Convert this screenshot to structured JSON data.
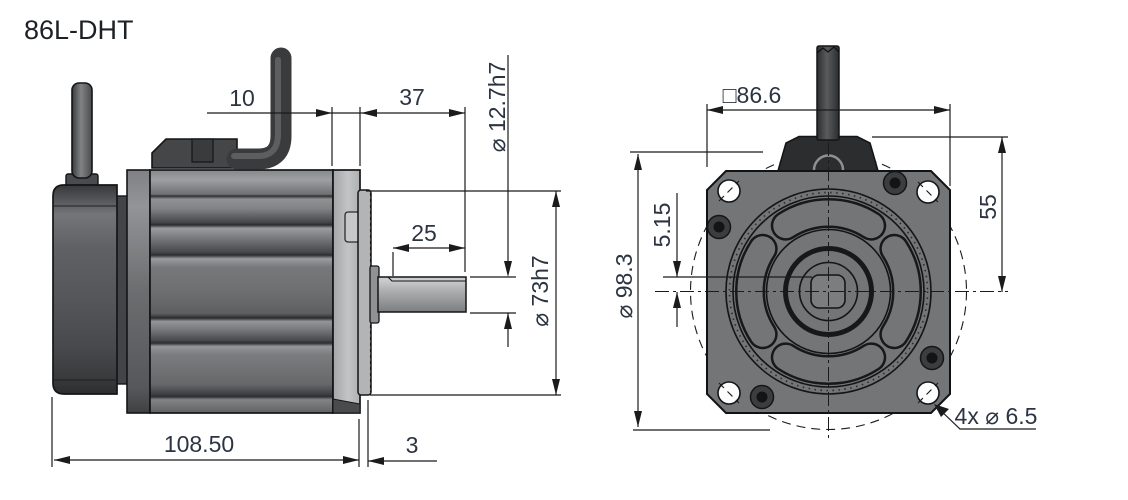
{
  "drawing": {
    "title": "86L-DHT",
    "side": {
      "dim_flange_offset": "10",
      "dim_shaft_ext": "37",
      "dim_shaft_dia": "⌀ 12.7h7",
      "dim_flat_len": "25",
      "dim_pilot_dia": "⌀ 73h7",
      "dim_length": "108.50",
      "dim_pilot_h": "3"
    },
    "front": {
      "dim_square": "□86.6",
      "dim_body_dia": "⌀ 98.3",
      "dim_flat_offset": "5.15",
      "dim_conn_height": "55",
      "dim_holes": "4x ⌀ 6.5"
    },
    "colors": {
      "line": "#1a1b1d",
      "dim_text": "#2c3442",
      "body_gray": "#737577",
      "flange_light": "#b3b5b7",
      "dark_part": "#303133"
    }
  }
}
